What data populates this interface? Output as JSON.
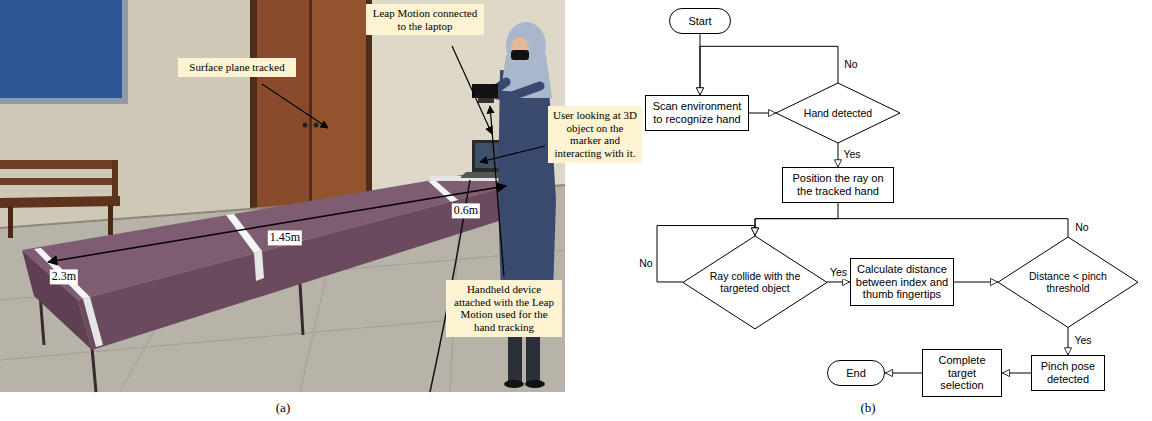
{
  "diagram": {
    "nodes": [
      {
        "text": [
          "Leap Motion connected to the laptop"
        ]
      },
      {
        "text": [
          "Surface plane tracked"
        ]
      },
      {
        "text": [
          "User looking at 3D object on the marker and interacting with it."
        ]
      },
      {
        "text": [
          "Handheld device attached with the Leap Motion used for the hand tracking"
        ]
      },
      {
        "text": [
          "Start"
        ]
      },
      {
        "text": [
          "Scan environment to recognize hand"
        ]
      },
      {
        "text": [
          "Hand detected"
        ]
      },
      {
        "text": [
          "Position the ray on the tracked hand"
        ]
      },
      {
        "text": [
          "Ray collide with the targeted object"
        ]
      },
      {
        "text": [
          "Calculate distance between index and thumb fingertips"
        ]
      },
      {
        "text": [
          "Distance < pinch threshold"
        ]
      },
      {
        "text": [
          "Pinch pose detected"
        ]
      },
      {
        "text": [
          "Complete target selection"
        ]
      },
      {
        "text": [
          "End"
        ]
      }
    ],
    "edges": [
      {
        "from": 4,
        "to": 5,
        "arrow": "to"
      },
      {
        "from": 5,
        "to": 6,
        "arrow": "to"
      },
      {
        "from": 6,
        "to": 5,
        "label": "No",
        "arrow": "to"
      },
      {
        "from": 6,
        "to": 7,
        "label": "Yes",
        "arrow": "to"
      },
      {
        "from": 7,
        "to": 8,
        "arrow": "to"
      },
      {
        "from": 8,
        "to": 8,
        "label": "No",
        "arrow": "to"
      },
      {
        "from": 8,
        "to": 9,
        "label": "Yes",
        "arrow": "to"
      },
      {
        "from": 9,
        "to": 10,
        "arrow": "to"
      },
      {
        "from": 10,
        "to": 8,
        "label": "No",
        "arrow": "to"
      },
      {
        "from": 10,
        "to": 11,
        "label": "Yes",
        "arrow": "to"
      },
      {
        "from": 11,
        "to": 12,
        "arrow": "to"
      },
      {
        "from": 12,
        "to": 13,
        "arrow": "to"
      }
    ],
    "labels": [
      "2.3m",
      "1.45m",
      "0.6m",
      "(a)",
      "(b)"
    ]
  }
}
